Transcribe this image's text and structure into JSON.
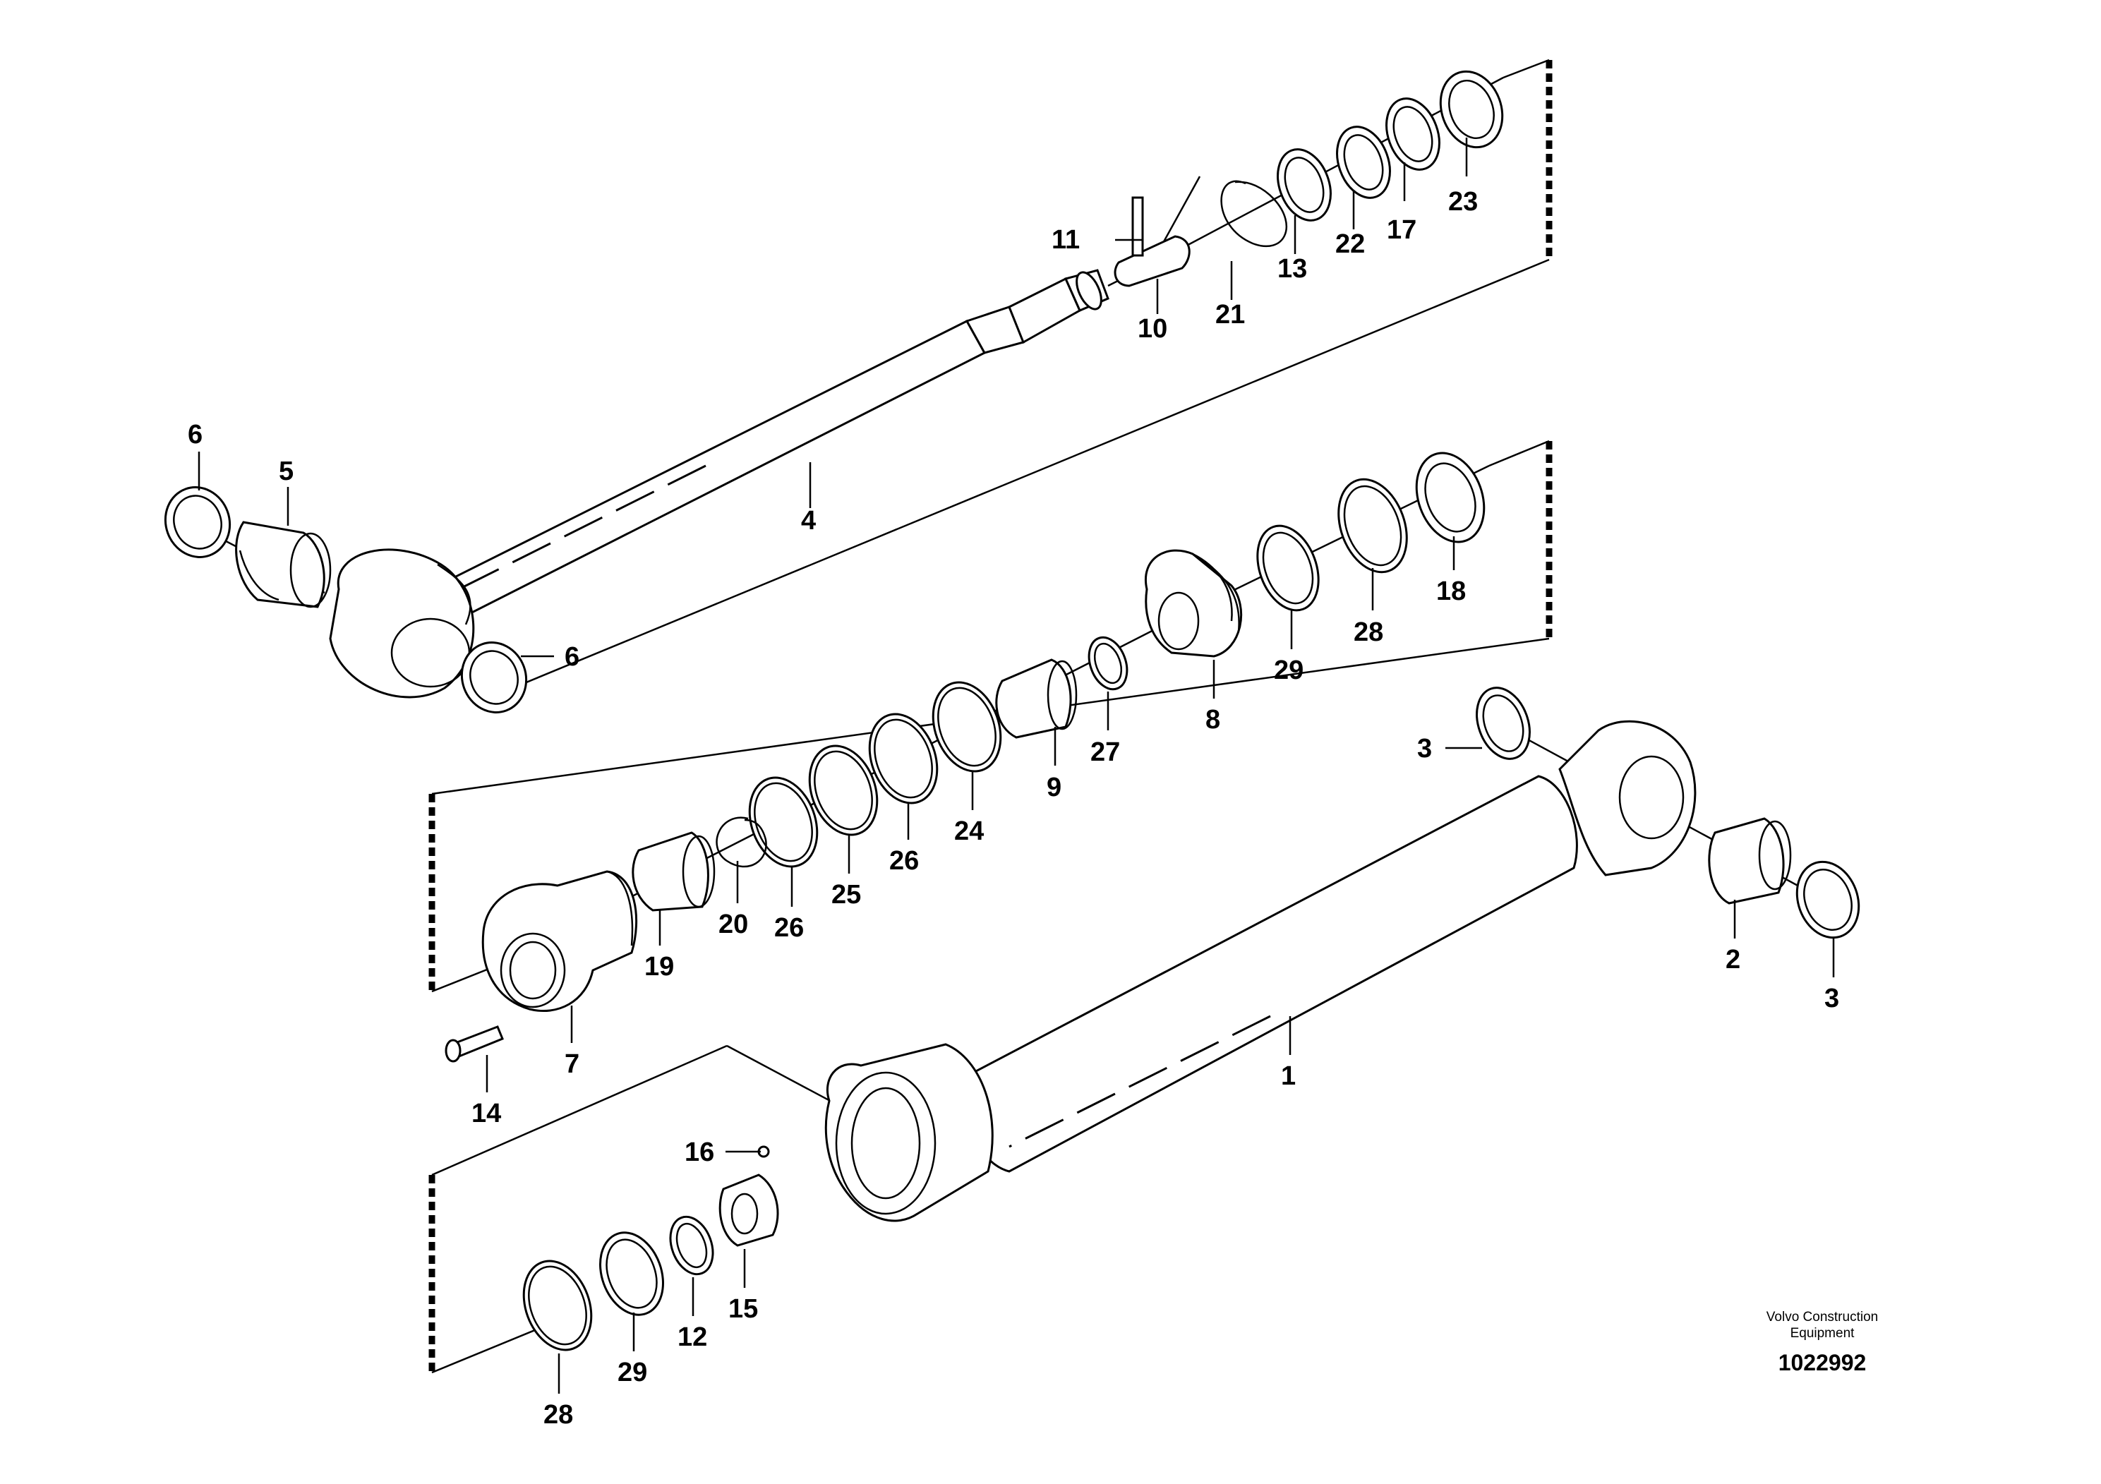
{
  "callouts": {
    "c1": "1",
    "c2": "2",
    "c3a": "3",
    "c3b": "3",
    "c4": "4",
    "c5": "5",
    "c6a": "6",
    "c6b": "6",
    "c7": "7",
    "c8": "8",
    "c9": "9",
    "c10": "10",
    "c11": "11",
    "c12": "12",
    "c13": "13",
    "c14": "14",
    "c15": "15",
    "c16": "16",
    "c17": "17",
    "c18": "18",
    "c19": "19",
    "c20": "20",
    "c21": "21",
    "c22": "22",
    "c23": "23",
    "c24": "24",
    "c25": "25",
    "c26a": "26",
    "c26b": "26",
    "c27": "27",
    "c28a": "28",
    "c28b": "28",
    "c29a": "29",
    "c29b": "29"
  },
  "credit": {
    "line1": "Volvo Construction",
    "line2": "Equipment",
    "reference": "1022992"
  }
}
